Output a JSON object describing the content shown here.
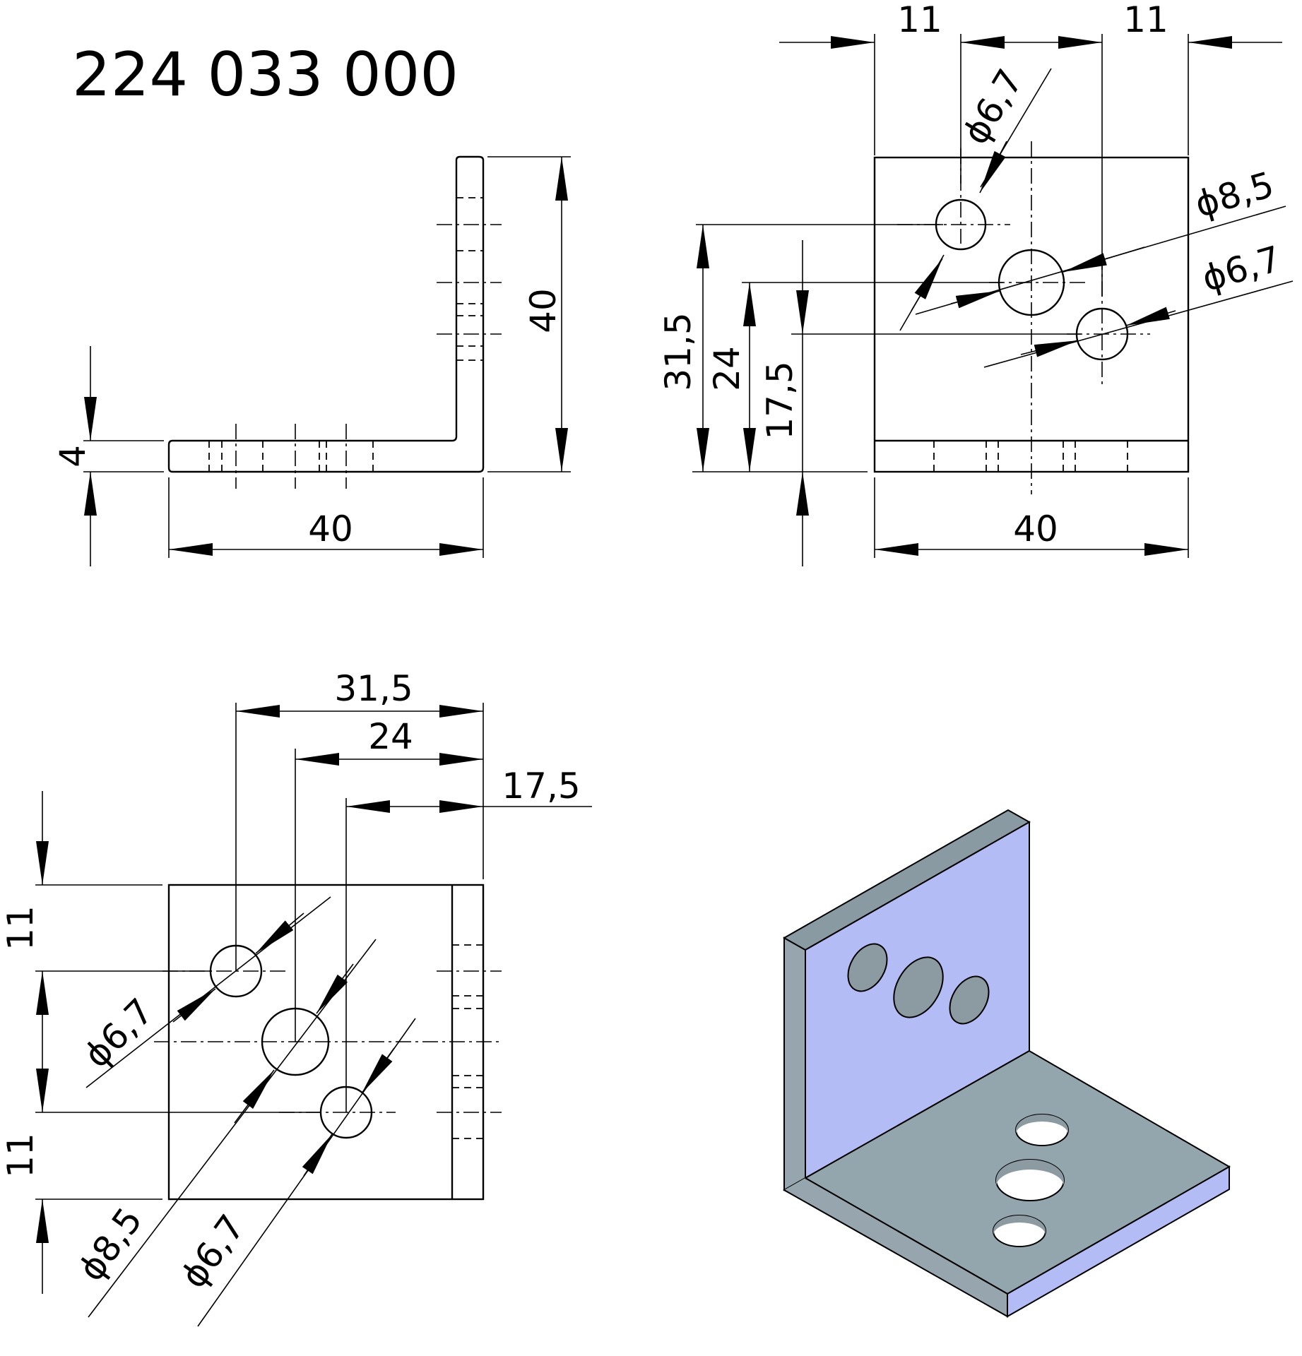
{
  "title": "224 033 000",
  "side_view": {
    "height": "40",
    "thickness": "4",
    "width": "40"
  },
  "front_view": {
    "dim_left_spacing": "11",
    "dim_right_spacing": "11",
    "hole_top": "ϕ6,7",
    "hole_middle": "ϕ8,5",
    "hole_bottom": "ϕ6,7",
    "height_top_hole": "31,5",
    "height_middle_hole": "24",
    "height_bottom_hole": "17,5",
    "width": "40"
  },
  "top_view": {
    "offset_top_hole": "31,5",
    "offset_middle_hole": "24",
    "offset_bottom_hole": "17,5",
    "spacing_upper": "11",
    "spacing_lower": "11",
    "hole_top": "ϕ6,7",
    "hole_middle": "ϕ8,5",
    "hole_bottom": "ϕ6,7"
  },
  "colors": {
    "line": "#000000",
    "iso_inner_face": "#b4bcf6",
    "iso_top_face": "#8fa3ac",
    "iso_edge": "#97a5ae"
  }
}
